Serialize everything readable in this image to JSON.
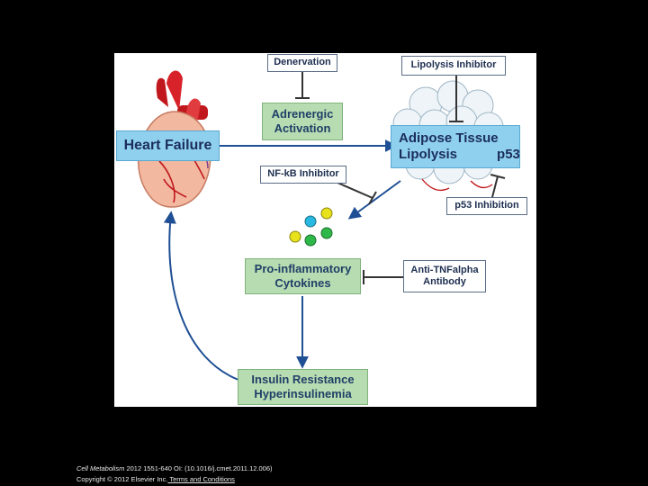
{
  "nodes": {
    "heart_failure": "Heart Failure",
    "denervation": "Denervation",
    "adrenergic_activation": [
      "Adrenergic",
      "Activation"
    ],
    "lipolysis_inhibitor": "Lipolysis Inhibitor",
    "adipose_tissue_lipolysis": [
      "Adipose Tissue",
      "Lipolysis"
    ],
    "p53": "p53",
    "nfkb_inhibitor": "NF-kB Inhibitor",
    "p53_inhibition": "p53 Inhibition",
    "pro_inflammatory_cytokines": [
      "Pro-inflammatory",
      "Cytokines"
    ],
    "anti_tnfalpha_antibody": [
      "Anti-TNFalpha",
      "Antibody"
    ],
    "insulin_resistance": [
      "Insulin Resistance",
      "Hyperinsulinemia"
    ]
  },
  "colors": {
    "green_box": "#b7dcb2",
    "blue_box": "#8fd0ee",
    "arrow": "#1f4f94",
    "inhibitor_line": "#333333",
    "cytokine_yellow": "#e8e21c",
    "cytokine_cyan": "#29b8e0",
    "cytokine_green": "#2fb84a"
  },
  "footer": {
    "journal": "Cell Metabolism",
    "citation": " 2012 1551-640 OI: (10.1016/j.cmet.2011.12.006)",
    "copyright": "Copyright © 2012 Elsevier Inc.",
    "terms": " Terms and Conditions"
  }
}
